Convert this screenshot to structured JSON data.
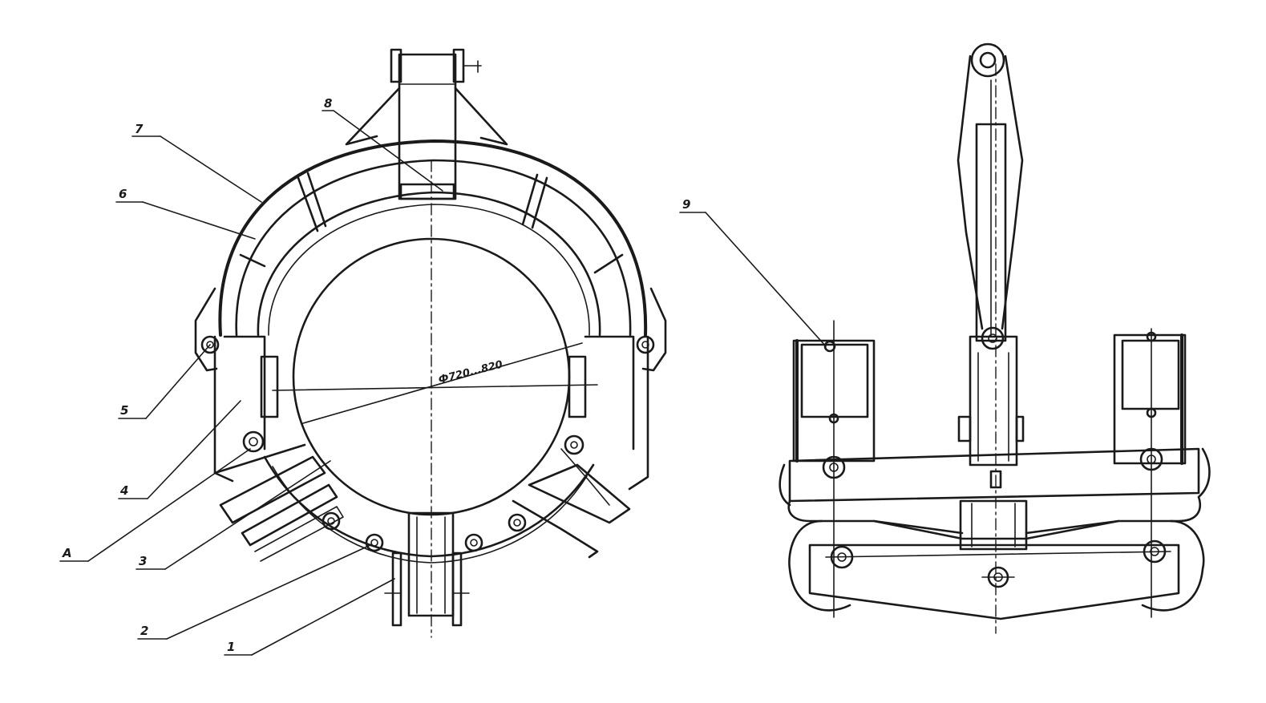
{
  "callouts": {
    "c1": "1",
    "c2": "2",
    "c3": "3",
    "c4": "4",
    "c5": "5",
    "c6": "6",
    "c7": "7",
    "c8": "8",
    "c9": "9",
    "cA": "A"
  },
  "dimension": "Ф720...820"
}
